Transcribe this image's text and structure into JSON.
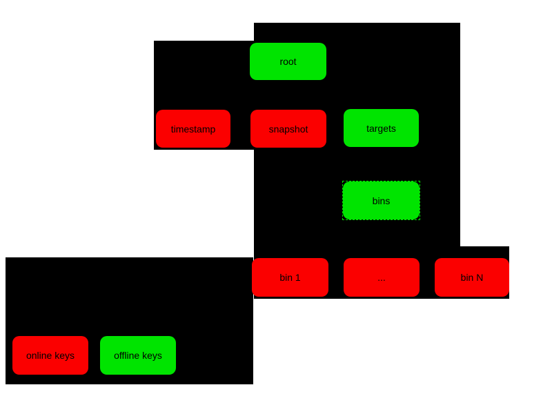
{
  "colors": {
    "node_red": "#fb0000",
    "node_green": "#00e400",
    "panel": "#000000",
    "background": "#ffffff",
    "text": "#000000"
  },
  "nodes": {
    "root": {
      "label": "root",
      "color": "green"
    },
    "timestamp": {
      "label": "timestamp",
      "color": "red"
    },
    "snapshot": {
      "label": "snapshot",
      "color": "red"
    },
    "targets": {
      "label": "targets",
      "color": "green"
    },
    "bins": {
      "label": "bins",
      "color": "green",
      "dashed": true
    },
    "bin1": {
      "label": "bin 1",
      "color": "red"
    },
    "ellipsis": {
      "label": "...",
      "color": "red"
    },
    "binN": {
      "label": "bin N",
      "color": "red"
    },
    "online_keys": {
      "label": "online keys",
      "color": "red"
    },
    "offline_keys": {
      "label": "offline keys",
      "color": "green"
    }
  }
}
